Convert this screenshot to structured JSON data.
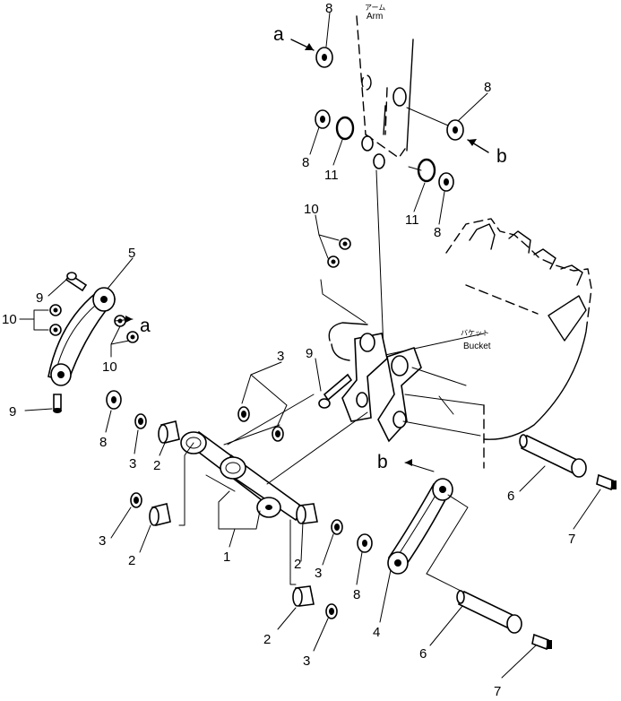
{
  "arm_label": {
    "jp": "アーム",
    "en": "Arm"
  },
  "bucket_label": {
    "jp": "バケット",
    "en": "Bucket"
  },
  "ref_a": "a",
  "ref_b": "b",
  "callouts": {
    "n1": "1",
    "n2": "2",
    "n3": "3",
    "n4": "4",
    "n5": "5",
    "n6": "6",
    "n7": "7",
    "n8": "8",
    "n9": "9",
    "n10": "10",
    "n11": "11"
  }
}
